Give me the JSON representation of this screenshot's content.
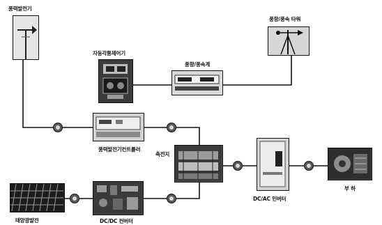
{
  "labels": {
    "wind_turbine": "풍력발전기",
    "auto_angle_controller": "자동각통제어기",
    "anemometer": "풍향/풍속계",
    "wind_tower": "풍향/풍속 타워",
    "wind_controller": "풍력발전기컨트롤러",
    "battery": "축전지",
    "inverter": "DC/AC 인버터",
    "load": "부 하",
    "solar": "태양광발전",
    "converter": "DC/DC 컨버터"
  }
}
